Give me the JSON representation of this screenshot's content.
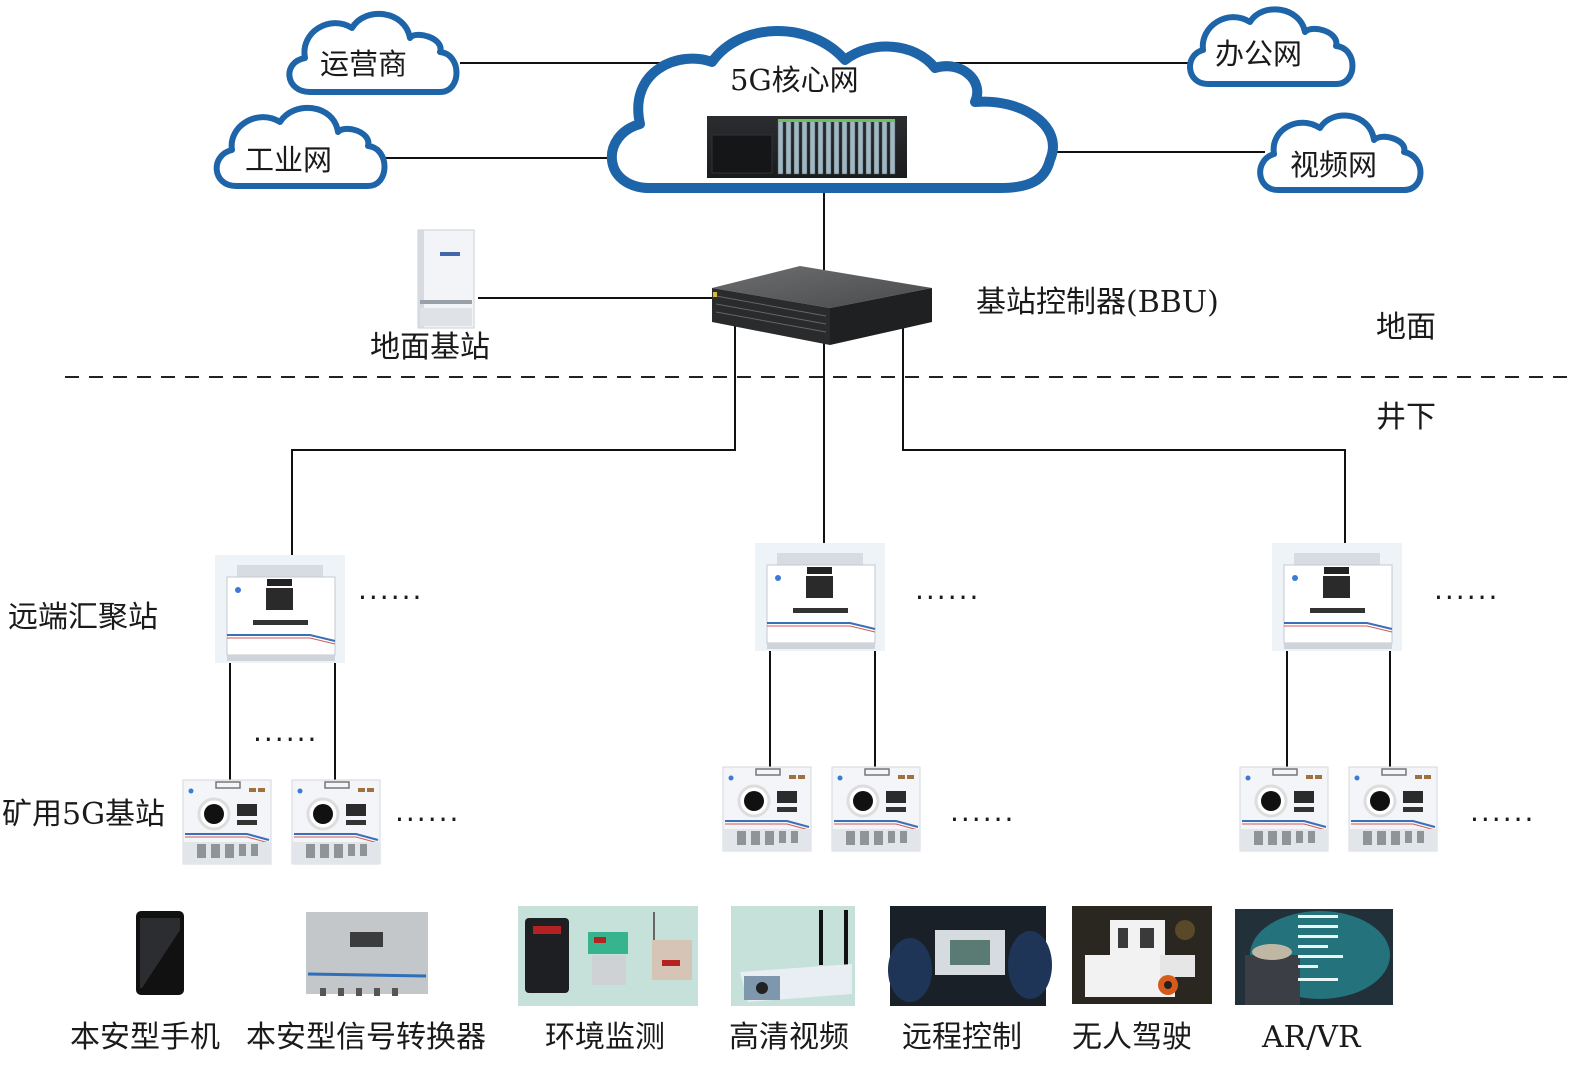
{
  "core": {
    "label": "5G核心网"
  },
  "external_networks": [
    {
      "id": "operator",
      "label": "运营商"
    },
    {
      "id": "industrial",
      "label": "工业网"
    },
    {
      "id": "office",
      "label": "办公网"
    },
    {
      "id": "video",
      "label": "视频网"
    }
  ],
  "bbu": {
    "label": "基站控制器(BBU)"
  },
  "ground_station": {
    "label": "地面基站"
  },
  "zones": {
    "above": "地面",
    "below": "井下"
  },
  "layers": {
    "aggregation": "远端汇聚站",
    "base_station": "矿用5G基站"
  },
  "ellipsis": "······",
  "terminals": [
    {
      "id": "phone",
      "label": "本安型手机"
    },
    {
      "id": "converter",
      "label": "本安型信号转换器"
    },
    {
      "id": "env",
      "label": "环境监测"
    },
    {
      "id": "hd-video",
      "label": "高清视频"
    },
    {
      "id": "remote",
      "label": "远程控制"
    },
    {
      "id": "driverless",
      "label": "无人驾驶"
    },
    {
      "id": "arvr",
      "label": "AR/VR"
    }
  ],
  "colors": {
    "cloud_stroke": "#1d64a8",
    "line": "#111111"
  }
}
